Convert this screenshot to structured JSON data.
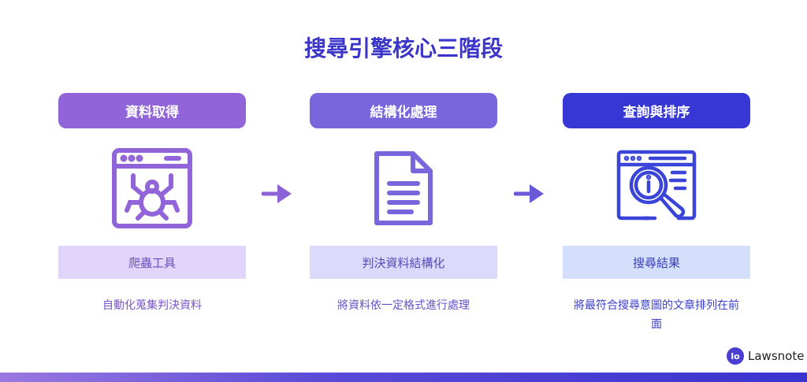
{
  "title": "搜尋引擎核心三階段",
  "stages": [
    {
      "header": "資料取得",
      "tool": "爬蟲工具",
      "desc": "自動化蒐集判決資料",
      "icon": "spider-browser-icon",
      "color": "#9164d9",
      "light": "#e1d5fb"
    },
    {
      "header": "結構化處理",
      "tool": "判決資料結構化",
      "desc": "將資料依一定格式進行處理",
      "icon": "document-icon",
      "color": "#7966dd",
      "light": "#dcdafb"
    },
    {
      "header": "查詢與排序",
      "tool": "搜尋結果",
      "desc": "將最符合搜尋意圖的文章排列在前面",
      "icon": "search-browser-icon",
      "color": "#3737d6",
      "light": "#d4dffc"
    }
  ],
  "logo": {
    "text": "Lawsnote",
    "mark": "lo"
  }
}
